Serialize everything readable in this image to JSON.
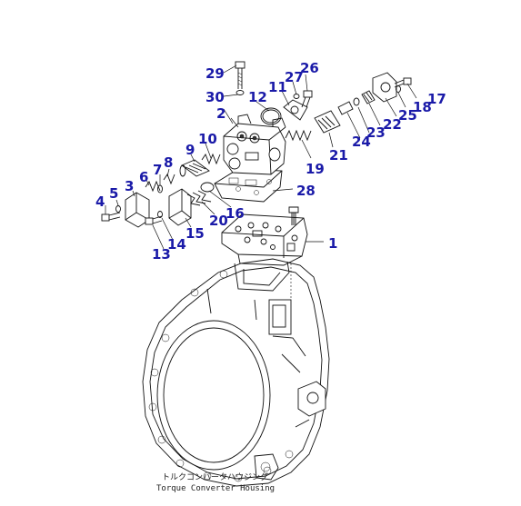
{
  "diagram": {
    "parts": [
      {
        "id": "1",
        "label": "1"
      },
      {
        "id": "2",
        "label": "2"
      },
      {
        "id": "3",
        "label": "3"
      },
      {
        "id": "4",
        "label": "4"
      },
      {
        "id": "5",
        "label": "5"
      },
      {
        "id": "6",
        "label": "6"
      },
      {
        "id": "7",
        "label": "7"
      },
      {
        "id": "8",
        "label": "8"
      },
      {
        "id": "9",
        "label": "9"
      },
      {
        "id": "10",
        "label": "10"
      },
      {
        "id": "11",
        "label": "11"
      },
      {
        "id": "12",
        "label": "12"
      },
      {
        "id": "13",
        "label": "13"
      },
      {
        "id": "14",
        "label": "14"
      },
      {
        "id": "15",
        "label": "15"
      },
      {
        "id": "16",
        "label": "16"
      },
      {
        "id": "17",
        "label": "17"
      },
      {
        "id": "18",
        "label": "18"
      },
      {
        "id": "19",
        "label": "19"
      },
      {
        "id": "20",
        "label": "20"
      },
      {
        "id": "21",
        "label": "21"
      },
      {
        "id": "22",
        "label": "22"
      },
      {
        "id": "23",
        "label": "23"
      },
      {
        "id": "24",
        "label": "24"
      },
      {
        "id": "25",
        "label": "25"
      },
      {
        "id": "26",
        "label": "26"
      },
      {
        "id": "27",
        "label": "27"
      },
      {
        "id": "28",
        "label": "28"
      },
      {
        "id": "29",
        "label": "29"
      },
      {
        "id": "30",
        "label": "30"
      }
    ],
    "caption_jp": "トルクコンバータハウジング",
    "caption_en": "Torque Converter Housing",
    "label_color": "#1a1aa8"
  }
}
